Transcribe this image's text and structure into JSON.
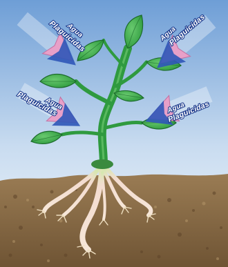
{
  "diagram": {
    "arrows": [
      {
        "id": "top-left",
        "words": [
          "Agua",
          "Plaguicidas"
        ]
      },
      {
        "id": "top-right",
        "words": [
          "Agua",
          "Plaguicidas"
        ]
      },
      {
        "id": "mid-left",
        "words": [
          "Agua",
          "Plaguicidas"
        ]
      },
      {
        "id": "mid-right",
        "words": [
          "Agua",
          "Plaguicidas"
        ]
      }
    ],
    "colors": {
      "sky_top": "#6e9ed6",
      "sky_bottom": "#f4f8fc",
      "soil": "#8a6e48",
      "soil_dark": "#5e4429",
      "leaf": "#3cae4a",
      "leaf_dark": "#1c6b2b",
      "stem": "#2f9a3f",
      "root": "#f1d9c6",
      "arrow_pink": "#e8a0c8",
      "arrow_blue": "#2f57b8",
      "label_fill": "#ffffff",
      "label_outline": "#1c3a8c"
    }
  }
}
